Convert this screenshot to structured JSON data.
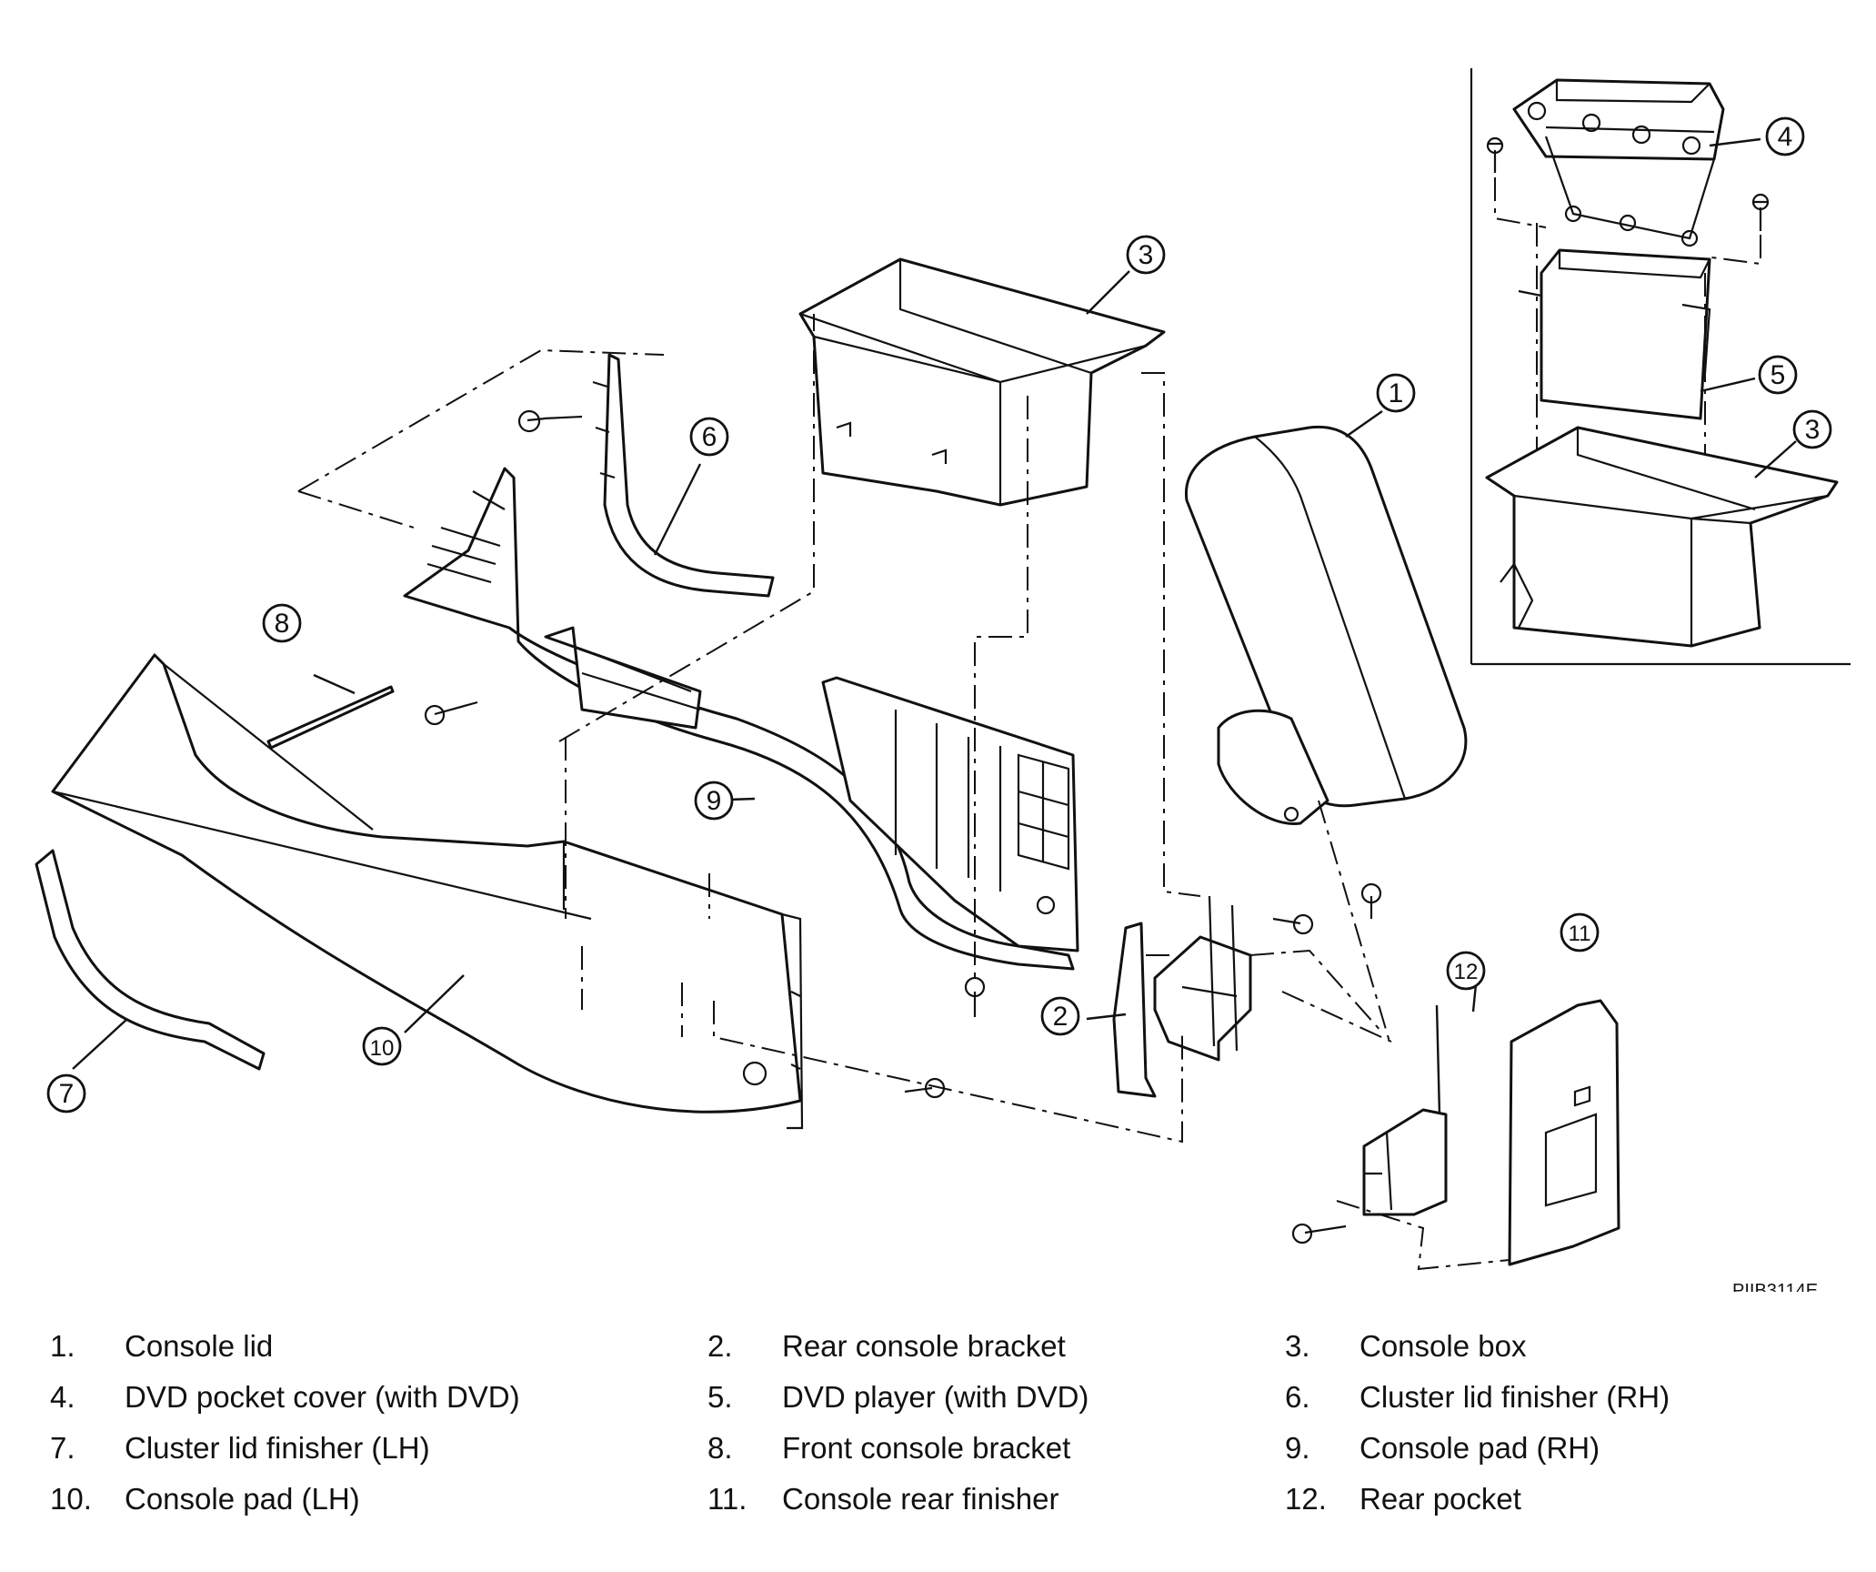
{
  "figure_code": "PIIB3114E",
  "callouts": [
    "1",
    "2",
    "3",
    "4",
    "5",
    "3",
    "6",
    "7",
    "8",
    "9",
    "10",
    "11",
    "12"
  ],
  "legend": [
    {
      "num": "1.",
      "label": "Console lid"
    },
    {
      "num": "2.",
      "label": "Rear console bracket"
    },
    {
      "num": "3.",
      "label": "Console box"
    },
    {
      "num": "4.",
      "label": "DVD pocket cover (with DVD)"
    },
    {
      "num": "5.",
      "label": "DVD player (with DVD)"
    },
    {
      "num": "6.",
      "label": "Cluster lid finisher (RH)"
    },
    {
      "num": "7.",
      "label": "Cluster lid finisher (LH)"
    },
    {
      "num": "8.",
      "label": "Front console bracket"
    },
    {
      "num": "9.",
      "label": "Console pad (RH)"
    },
    {
      "num": "10.",
      "label": "Console pad (LH)"
    },
    {
      "num": "11.",
      "label": "Console rear finisher"
    },
    {
      "num": "12.",
      "label": "Rear pocket"
    }
  ]
}
